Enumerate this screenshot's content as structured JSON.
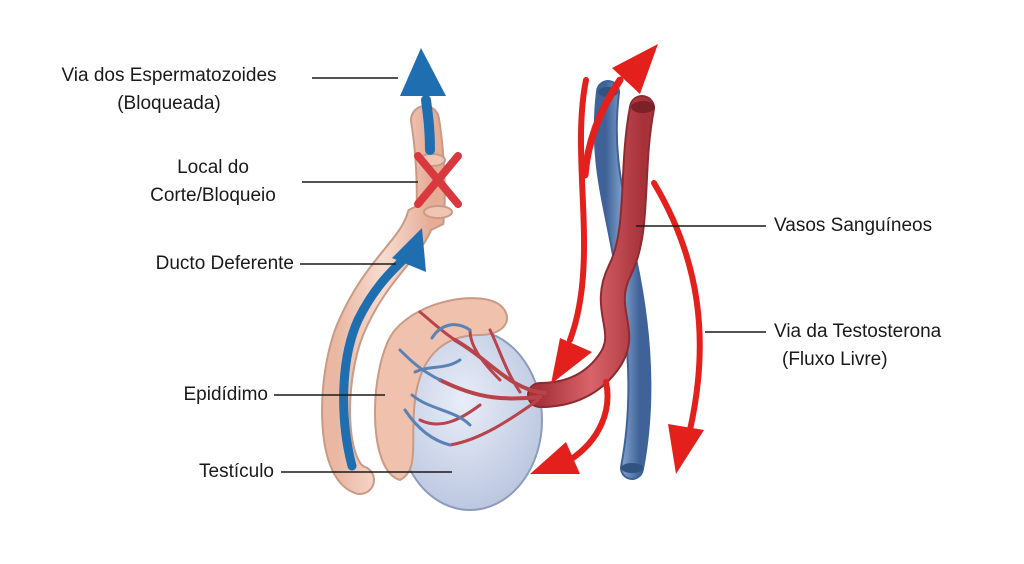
{
  "labels": {
    "sperm_path_line1": "Via dos Espermatozoides",
    "sperm_path_line2": "(Bloqueada)",
    "cut_site_line1": "Local do",
    "cut_site_line2": "Corte/Bloqueio",
    "vas_deferens": "Ducto Deferente",
    "epididymis": "Epidídimo",
    "testicle": "Testículo",
    "blood_vessels": "Vasos Sanguíneos",
    "testosterone_path_line1": "Via da Testosterona",
    "testosterone_path_line2": "(Fluxo Livre)"
  },
  "colors": {
    "duct": "#f2cbb8",
    "duct_edge": "#c99a86",
    "blue_arrow": "#1f6fb0",
    "red_arrow": "#e3201b",
    "artery": "#c8454c",
    "vein": "#5b82b5",
    "testicle": "#d6ddee",
    "cross": "#d8383e",
    "leader": "#1a1a1a"
  }
}
